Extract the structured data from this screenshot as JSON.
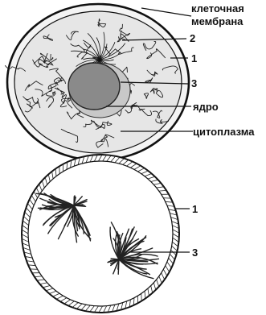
{
  "labels": {
    "membrane_line1": "клеточная",
    "membrane_line2": "мембрана",
    "two": "2",
    "one": "1",
    "three": "3",
    "nucleus": "ядро",
    "cytoplasm": "цитоплазма",
    "one_bottom": "1",
    "three_bottom": "3"
  },
  "colors": {
    "ink": "#111111",
    "cytoplasm_fill": "#e6e6e6",
    "nucleus_fill": "#8a8a8a",
    "shadow_fill": "#c8c8c8"
  }
}
